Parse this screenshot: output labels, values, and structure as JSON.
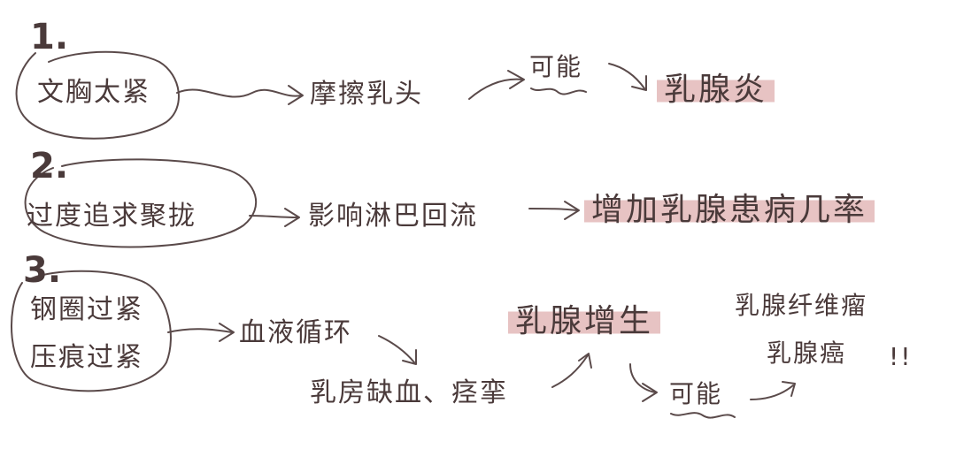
{
  "nodes": {
    "n1": {
      "number": "1.",
      "cause": "文胸太紧",
      "effect": "摩擦乳头",
      "maybe": "可能",
      "result": "乳腺炎"
    },
    "n2": {
      "number": "2.",
      "cause": "过度追求聚拢",
      "effect": "影响淋巴回流",
      "result": "增加乳腺患病几率"
    },
    "n3": {
      "number": "3.",
      "cause_line1": "钢圈过紧",
      "cause_line2": "压痕过紧",
      "effect1": "血液循环",
      "effect2": "乳房缺血、痉挛",
      "result1": "乳腺增生",
      "maybe": "可能",
      "result2a": "乳腺纤维瘤",
      "result2b": "乳腺癌",
      "exclaim": "!!"
    }
  },
  "colors": {
    "ink": "#4a3a3a",
    "highlight": "#e7c3c3"
  }
}
